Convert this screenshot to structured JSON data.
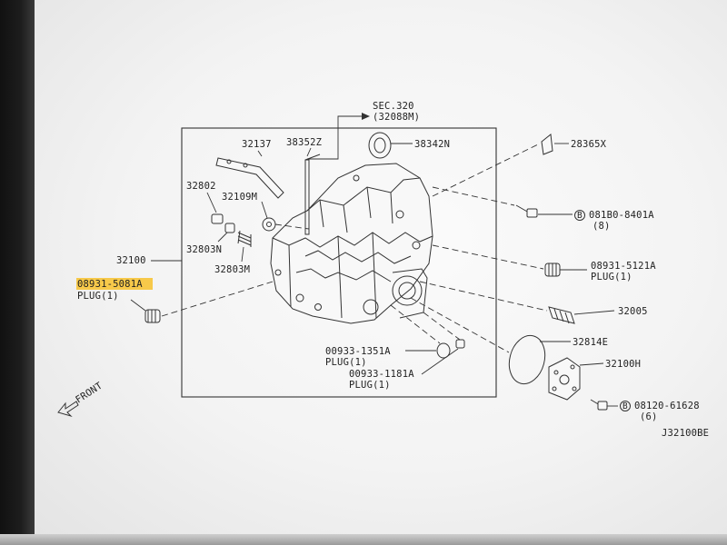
{
  "section_ref": {
    "line1": "SEC.320",
    "line2": "(32088M)"
  },
  "parts": {
    "p32137": "32137",
    "p38352z": "38352Z",
    "p38342n": "38342N",
    "p28365x": "28365X",
    "p32802": "32802",
    "p32109m": "32109M",
    "p32803n": "32803N",
    "p32803m": "32803M",
    "p32100": "32100",
    "p08931_5081a": "08931-5081A",
    "p08931_5081a_plug": "PLUG(1)",
    "p081b0": "081B0-8401A",
    "p081b0_qty": "(8)",
    "p08931_5121a": "08931-5121A",
    "p08931_5121a_plug": "PLUG(1)",
    "p32005": "32005",
    "p32814e": "32814E",
    "p32100h": "32100H",
    "p00933_1351a": "00933-1351A",
    "p00933_1351a_plug": "PLUG(1)",
    "p00933_1181a": "00933-1181A",
    "p00933_1181a_plug": "PLUG(1)",
    "p08120": "08120-61628",
    "p08120_qty": "(6)",
    "bolt_symbol": "B"
  },
  "front_label": "FRONT",
  "diagram_code": "J32100BE",
  "colors": {
    "highlight": "#f7c94a",
    "ink": "#333333"
  }
}
